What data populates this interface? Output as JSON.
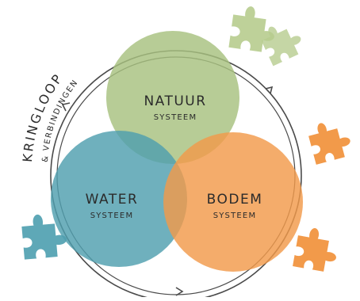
{
  "diagram": {
    "arc_title": "KRINGLOOP",
    "arc_subtitle": "& VERBINDINGEN",
    "circles": [
      {
        "id": "natuur",
        "title": "NATUUR",
        "subtitle": "SYSTEEM",
        "color": "#a7c17f"
      },
      {
        "id": "water",
        "title": "WATER",
        "subtitle": "SYSTEEM",
        "color": "#4f9fae"
      },
      {
        "id": "bodem",
        "title": "BODEM",
        "subtitle": "SYSTEEM",
        "color": "#f29a4a"
      }
    ],
    "puzzle_colors": {
      "green": "#b7cd8f",
      "orange": "#f29a4a",
      "blue": "#5ea8b7"
    },
    "icons": [
      "puzzle-piece-icon",
      "cycle-arrow-icon"
    ]
  }
}
